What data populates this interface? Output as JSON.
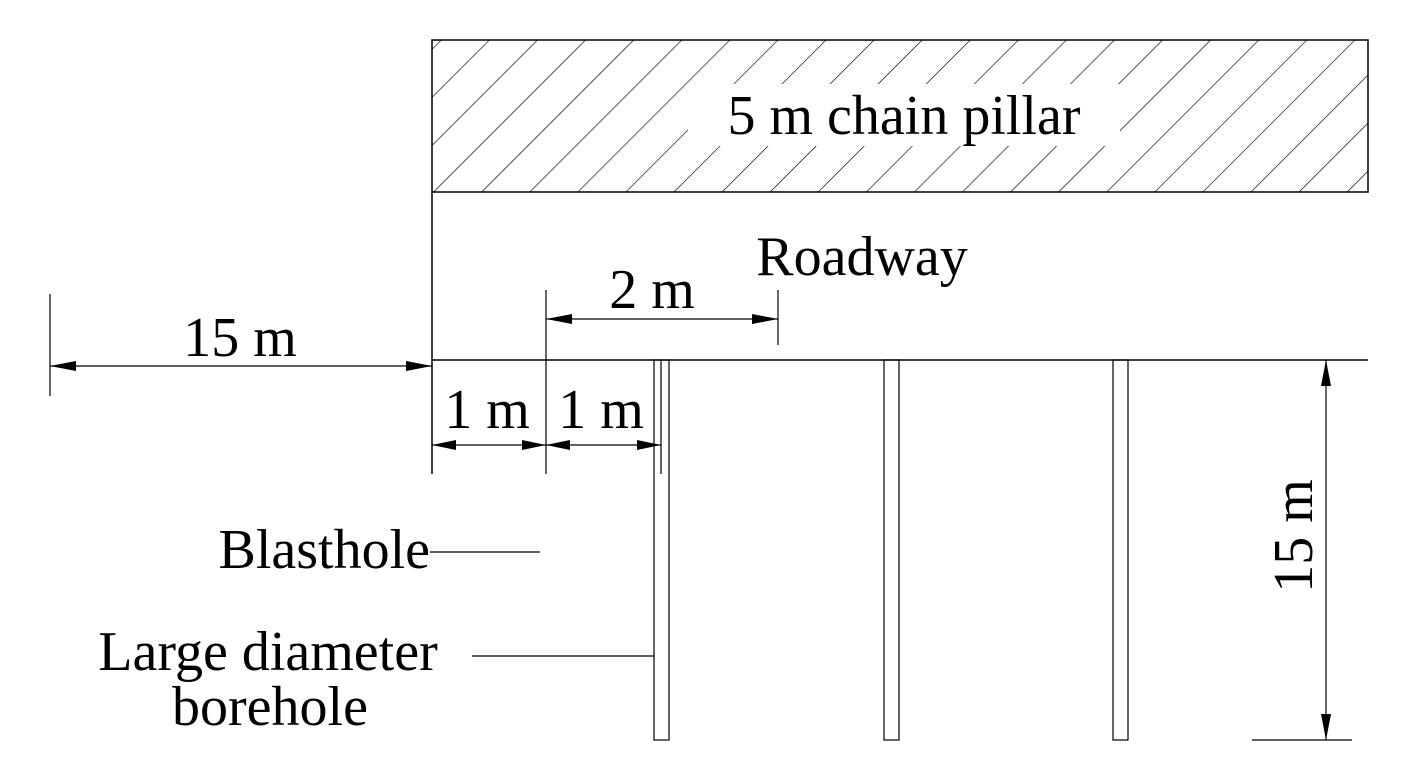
{
  "diagram": {
    "labels": {
      "chain_pillar": "5 m chain pillar",
      "roadway": "Roadway",
      "blasthole": "Blasthole",
      "large_diameter_line1": "Large diameter",
      "large_diameter_line2": "borehole"
    },
    "dimensions": {
      "left_offset": "15 m",
      "hole_spacing": "2 m",
      "first_segment": "1 m",
      "second_segment": "1 m",
      "hole_depth": "15 m"
    },
    "colors": {
      "line": "#000000",
      "background": "#ffffff"
    }
  }
}
